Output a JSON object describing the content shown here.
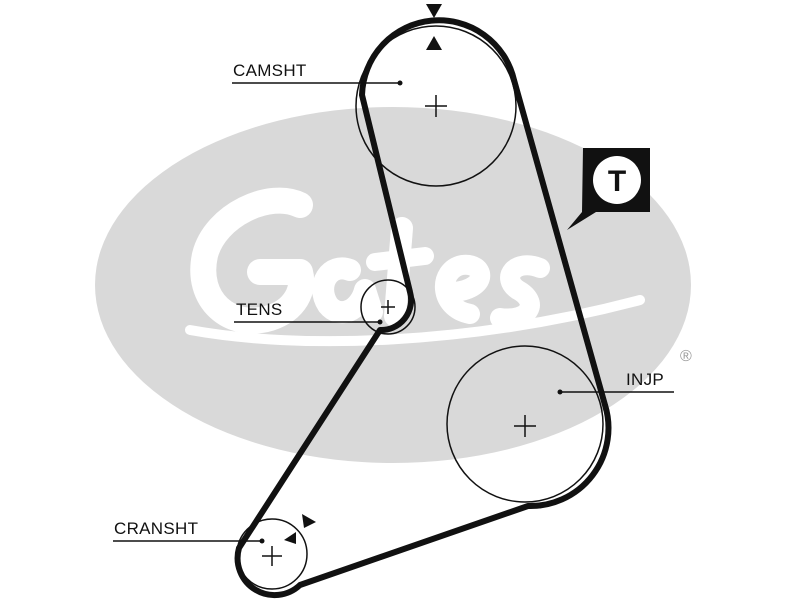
{
  "watermark": {
    "brand": "Gates",
    "registered_mark": "®"
  },
  "labels": {
    "camshaft": "CAMSHT",
    "tensioner": "TENS",
    "injection_pump": "INJP",
    "crankshaft": "CRANSHT"
  },
  "tension_marker": {
    "letter": "T"
  },
  "colors": {
    "watermark": "#d9d9d9",
    "ink": "#111111"
  }
}
